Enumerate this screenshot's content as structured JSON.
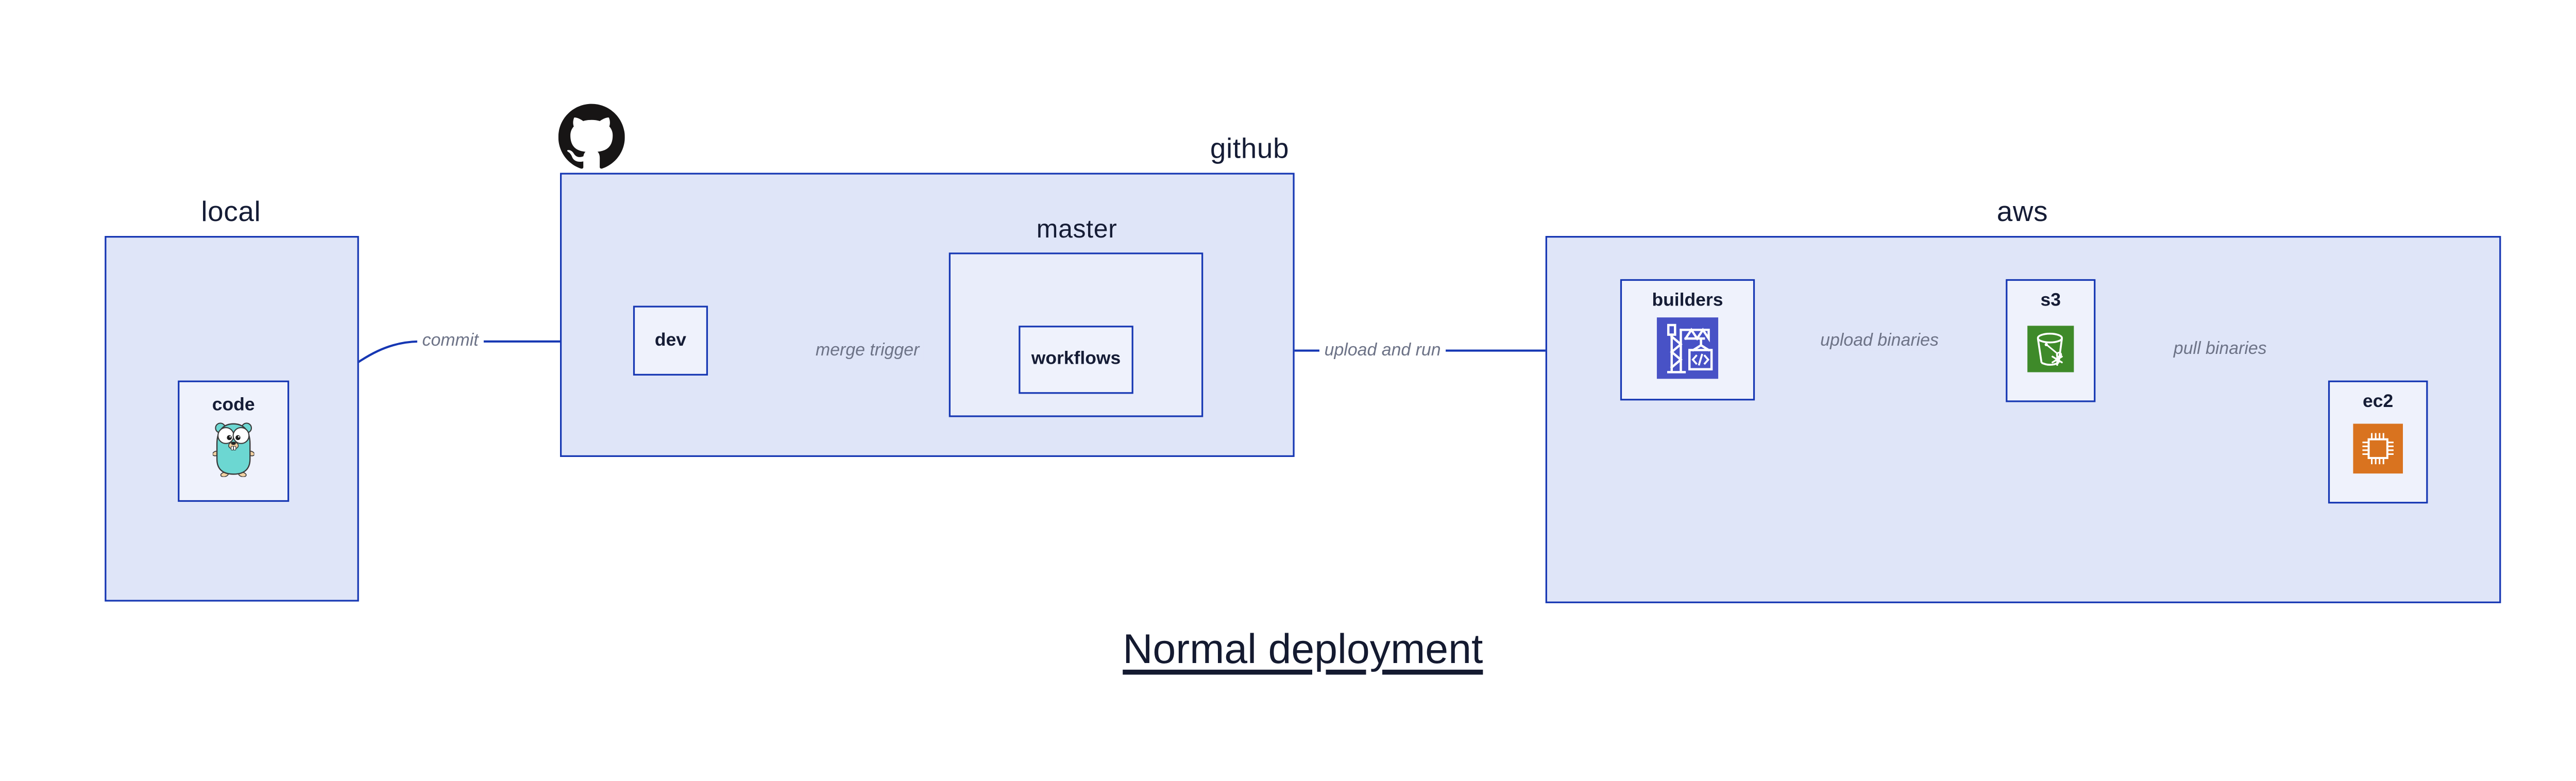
{
  "diagram_title": "Normal deployment",
  "groups": {
    "local": {
      "label": "local"
    },
    "github": {
      "label": "github"
    },
    "master": {
      "label": "master"
    },
    "aws": {
      "label": "aws"
    }
  },
  "nodes": {
    "code": {
      "label": "code",
      "icon": "gopher-icon"
    },
    "dev": {
      "label": "dev"
    },
    "workflows": {
      "label": "workflows"
    },
    "builders": {
      "label": "builders",
      "icon": "codebuild-crane-icon"
    },
    "s3": {
      "label": "s3",
      "icon": "s3-bucket-icon"
    },
    "ec2": {
      "label": "ec2",
      "icon": "ec2-chip-icon"
    }
  },
  "edges": {
    "commit": {
      "label": "commit"
    },
    "merge_trigger": {
      "label": "merge trigger"
    },
    "upload_and_run": {
      "label": "upload and run"
    },
    "upload_binaries": {
      "label": "upload binaries"
    },
    "pull_binaries": {
      "label": "pull binaries"
    }
  },
  "icons": {
    "github_logo": "github-octocat-mark"
  },
  "colors": {
    "stroke_blue": "#1637b3",
    "group_fill": "#dfe5f8",
    "mid_fill": "#e9edfa",
    "node_fill": "#eff2fc",
    "text_navy": "#151c35",
    "edge_label_gray": "#6d7387",
    "github_black": "#171515",
    "gopher_teal": "#6cd7d2",
    "gopher_beige": "#f2d1a2",
    "codebuild_indigo": "#4852c6",
    "s3_green": "#3e8a29",
    "ec2_orange": "#d9731f"
  }
}
